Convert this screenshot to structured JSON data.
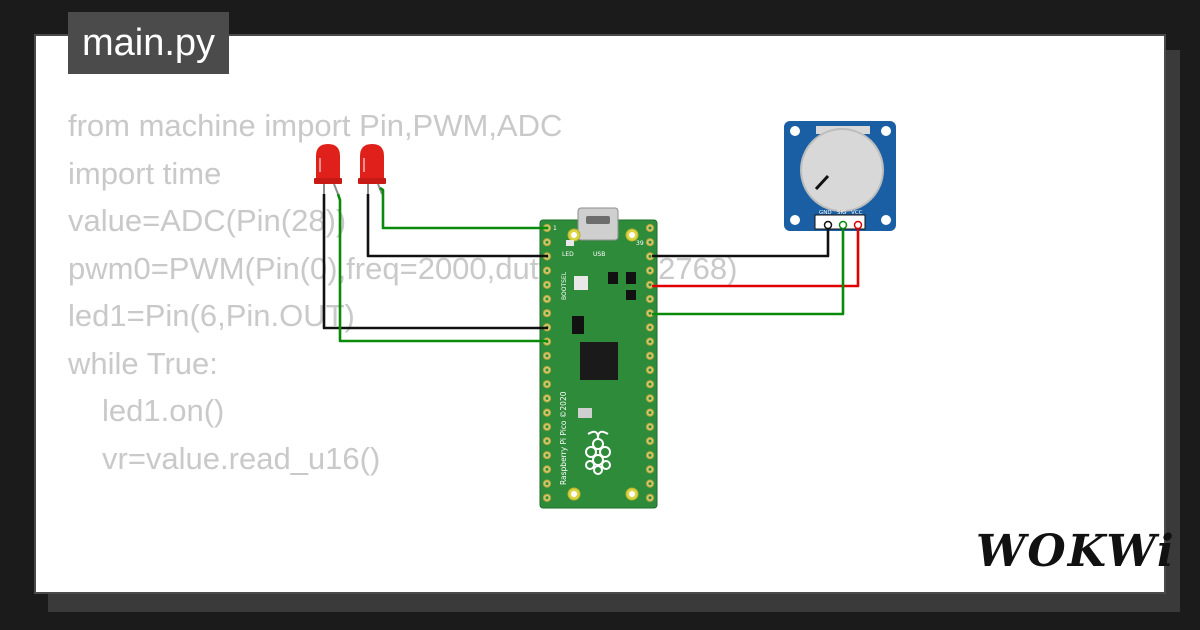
{
  "file_tab": "main.py",
  "code_lines": [
    "from machine import Pin,PWM,ADC",
    "",
    "import time",
    "",
    "",
    "value=ADC(Pin(28))",
    "pwm0=PWM(Pin(0),freq=2000,duty_u16=32768)",
    "led1=Pin(6,Pin.OUT)",
    "while True:",
    "led1.on()",
    "vr=value.read_u16()"
  ],
  "board": {
    "pin_labels": [
      "1",
      "39"
    ],
    "led_label": "LED",
    "usb_label": "USB",
    "bootsel_label": "BOOTSEL",
    "name_label": "Raspberry Pi Pico ©2020"
  },
  "potentiometer": {
    "pins": [
      "GND",
      "SIG",
      "VCC"
    ]
  },
  "brand": "WOKWi",
  "colors": {
    "wire_green": "#0a8a0a",
    "wire_black": "#111111",
    "wire_red": "#e00000",
    "board_green": "#2e8b3a",
    "pot_blue": "#1a5fa3",
    "led_red": "#e0201a"
  }
}
